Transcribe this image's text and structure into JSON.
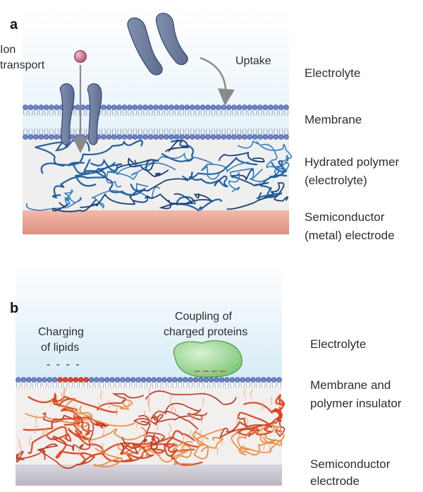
{
  "panel_a": {
    "letter": "a",
    "annotations": {
      "ion_transport": [
        "Ion",
        "transport"
      ],
      "uptake": "Uptake"
    },
    "layers": {
      "electrolyte": "Electrolyte",
      "membrane": "Membrane",
      "polymer": [
        "Hydrated polymer",
        "(electrolyte)"
      ],
      "electrode": [
        "Semiconductor",
        "(metal) electrode"
      ]
    }
  },
  "panel_b": {
    "letter": "b",
    "annotations": {
      "charging": [
        "Charging",
        "of lipids"
      ],
      "charge_marks": "- - - -",
      "coupling": [
        "Coupling of",
        "charged proteins"
      ]
    },
    "layers": {
      "electrolyte": "Electrolyte",
      "membrane": [
        "Membrane and",
        "polymer insulator"
      ],
      "electrode": [
        "Semiconductor",
        "electrode"
      ]
    }
  },
  "colors": {
    "electrolyte_top": "#ffffff",
    "electrolyte_bottom": "#dcedf8",
    "lipid_head": "#6f87c8",
    "lipid_head_charged": "#e0473a",
    "blue_polymer": "#1f5fa3",
    "red_polymer": "#e2461f",
    "orange_polymer": "#f08a3a",
    "channel": "#6e7fa0",
    "electrode_a": "#e9a89a",
    "electrode_b": "#c9c6cf",
    "protein": "#8fd08a",
    "arrow_grey": "#8a8a8a",
    "ion": "#c0607a"
  }
}
